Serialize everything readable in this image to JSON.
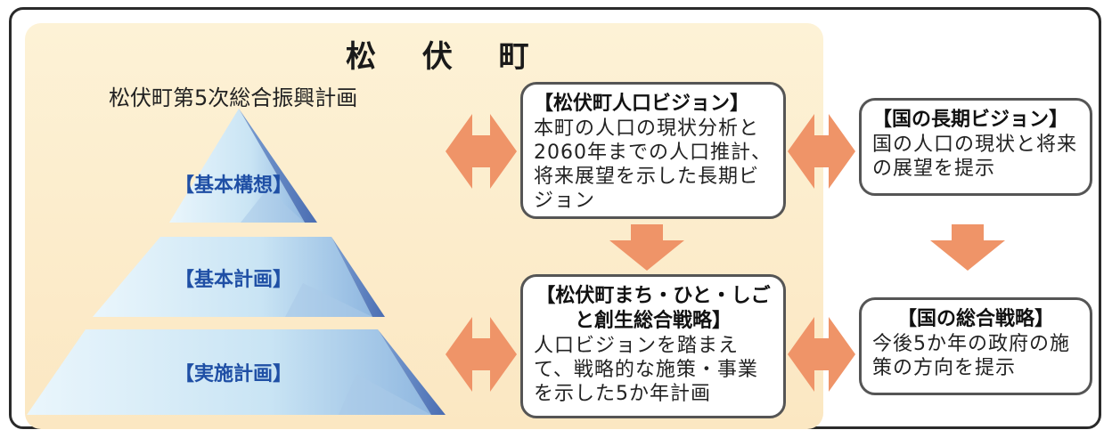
{
  "town": {
    "title": "松 伏 町",
    "plan_name": "松伏町第5次総合振興計画"
  },
  "pyramid": {
    "tiers": [
      {
        "label": "【基本構想】"
      },
      {
        "label": "【基本計画】"
      },
      {
        "label": "【実施計画】"
      }
    ]
  },
  "boxes": {
    "town_vision": {
      "title": "【松伏町人口ビジョン】",
      "body": "本町の人口の現状分析と2060年までの人口推計、将来展望を示した長期ビジョン"
    },
    "town_strategy": {
      "title": "【松伏町まち・ひと・しごと創生総合戦略】",
      "body": "人口ビジョンを踏まえて、戦略的な施策・事業を示した5か年計画"
    },
    "national_vision": {
      "title": "【国の長期ビジョン】",
      "body": "国の人口の現状と将来の展望を提示"
    },
    "national_strategy": {
      "title": "【国の総合戦略】",
      "body": "今後5か年の政府の施策の方向を提示"
    }
  },
  "colors": {
    "arrow": "#ef9468",
    "panel": "#fbe9c6",
    "pyramid_light": "#e4f3fb",
    "pyramid_dark": "#5c7fbf",
    "tier_label": "#1f4fa5"
  }
}
